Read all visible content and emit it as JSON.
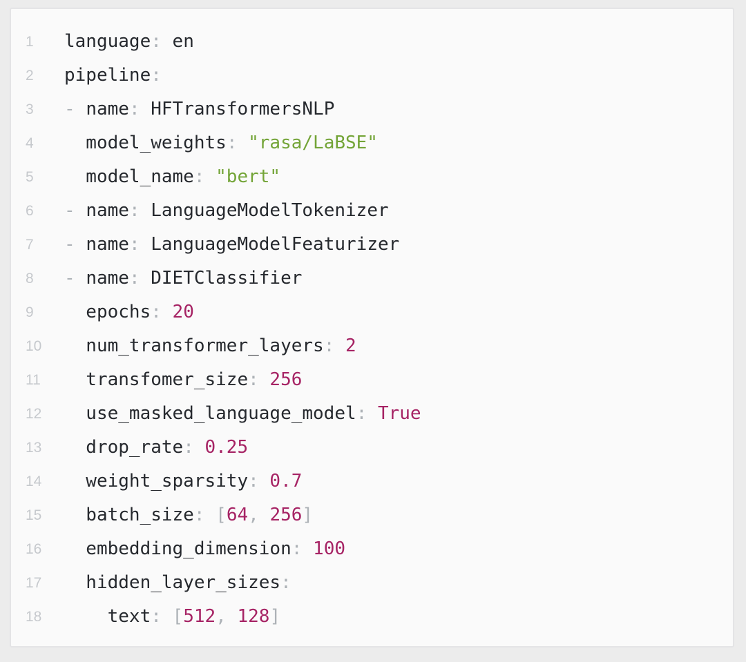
{
  "page": {
    "background": "#ececec"
  },
  "card": {
    "background": "#fafafa",
    "border_color": "#e4e4e6"
  },
  "colors": {
    "key": "#26292e",
    "plain_value": "#26292e",
    "punctuation": "#adb2b7",
    "string": "#73a437",
    "number": "#a62364",
    "line_number": "#c6c9cd"
  },
  "editor": {
    "content_language": "yaml",
    "lines": [
      {
        "no": "1",
        "tokens": [
          {
            "c": "k",
            "v": "language"
          },
          {
            "c": "p",
            "v": ":"
          },
          {
            "c": "t",
            "v": " en"
          }
        ]
      },
      {
        "no": "2",
        "tokens": [
          {
            "c": "k",
            "v": "pipeline"
          },
          {
            "c": "p",
            "v": ":"
          }
        ]
      },
      {
        "no": "3",
        "tokens": [
          {
            "c": "p",
            "v": "- "
          },
          {
            "c": "k",
            "v": "name"
          },
          {
            "c": "p",
            "v": ":"
          },
          {
            "c": "t",
            "v": " HFTransformersNLP"
          }
        ]
      },
      {
        "no": "4",
        "tokens": [
          {
            "c": "k",
            "v": "  model_weights"
          },
          {
            "c": "p",
            "v": ":"
          },
          {
            "c": "s",
            "v": " \"rasa/LaBSE\""
          }
        ]
      },
      {
        "no": "5",
        "tokens": [
          {
            "c": "k",
            "v": "  model_name"
          },
          {
            "c": "p",
            "v": ":"
          },
          {
            "c": "s",
            "v": " \"bert\""
          }
        ]
      },
      {
        "no": "6",
        "tokens": [
          {
            "c": "p",
            "v": "- "
          },
          {
            "c": "k",
            "v": "name"
          },
          {
            "c": "p",
            "v": ":"
          },
          {
            "c": "t",
            "v": " LanguageModelTokenizer"
          }
        ]
      },
      {
        "no": "7",
        "tokens": [
          {
            "c": "p",
            "v": "- "
          },
          {
            "c": "k",
            "v": "name"
          },
          {
            "c": "p",
            "v": ":"
          },
          {
            "c": "t",
            "v": " LanguageModelFeaturizer"
          }
        ]
      },
      {
        "no": "8",
        "tokens": [
          {
            "c": "p",
            "v": "- "
          },
          {
            "c": "k",
            "v": "name"
          },
          {
            "c": "p",
            "v": ":"
          },
          {
            "c": "t",
            "v": " DIETClassifier"
          }
        ]
      },
      {
        "no": "9",
        "tokens": [
          {
            "c": "k",
            "v": "  epochs"
          },
          {
            "c": "p",
            "v": ":"
          },
          {
            "c": "n",
            "v": " 20"
          }
        ]
      },
      {
        "no": "10",
        "tokens": [
          {
            "c": "k",
            "v": "  num_transformer_layers"
          },
          {
            "c": "p",
            "v": ":"
          },
          {
            "c": "n",
            "v": " 2"
          }
        ]
      },
      {
        "no": "11",
        "tokens": [
          {
            "c": "k",
            "v": "  transfomer_size"
          },
          {
            "c": "p",
            "v": ":"
          },
          {
            "c": "n",
            "v": " 256"
          }
        ]
      },
      {
        "no": "12",
        "tokens": [
          {
            "c": "k",
            "v": "  use_masked_language_model"
          },
          {
            "c": "p",
            "v": ":"
          },
          {
            "c": "n",
            "v": " True"
          }
        ]
      },
      {
        "no": "13",
        "tokens": [
          {
            "c": "k",
            "v": "  drop_rate"
          },
          {
            "c": "p",
            "v": ":"
          },
          {
            "c": "n",
            "v": " 0.25"
          }
        ]
      },
      {
        "no": "14",
        "tokens": [
          {
            "c": "k",
            "v": "  weight_sparsity"
          },
          {
            "c": "p",
            "v": ":"
          },
          {
            "c": "n",
            "v": " 0.7"
          }
        ]
      },
      {
        "no": "15",
        "tokens": [
          {
            "c": "k",
            "v": "  batch_size"
          },
          {
            "c": "p",
            "v": ":"
          },
          {
            "c": "p",
            "v": " ["
          },
          {
            "c": "n",
            "v": "64"
          },
          {
            "c": "p",
            "v": ", "
          },
          {
            "c": "n",
            "v": "256"
          },
          {
            "c": "p",
            "v": "]"
          }
        ]
      },
      {
        "no": "16",
        "tokens": [
          {
            "c": "k",
            "v": "  embedding_dimension"
          },
          {
            "c": "p",
            "v": ":"
          },
          {
            "c": "n",
            "v": " 100"
          }
        ]
      },
      {
        "no": "17",
        "tokens": [
          {
            "c": "k",
            "v": "  hidden_layer_sizes"
          },
          {
            "c": "p",
            "v": ":"
          }
        ]
      },
      {
        "no": "18",
        "tokens": [
          {
            "c": "k",
            "v": "    text"
          },
          {
            "c": "p",
            "v": ":"
          },
          {
            "c": "p",
            "v": " ["
          },
          {
            "c": "n",
            "v": "512"
          },
          {
            "c": "p",
            "v": ", "
          },
          {
            "c": "n",
            "v": "128"
          },
          {
            "c": "p",
            "v": "]"
          }
        ]
      }
    ]
  }
}
